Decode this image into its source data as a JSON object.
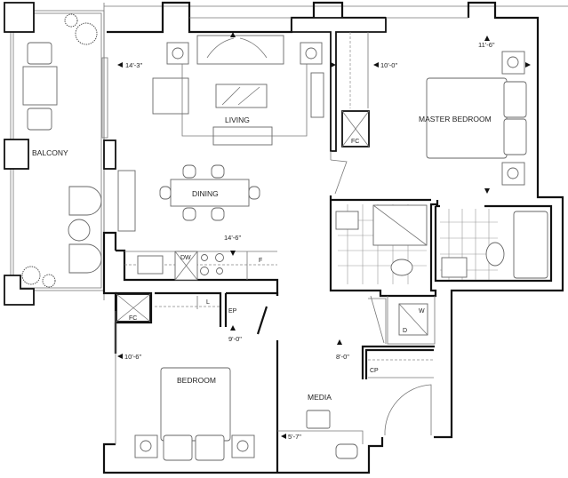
{
  "rooms": {
    "balcony": "BALCONY",
    "living": "LIVING",
    "dining": "DINING",
    "master_bedroom": "MASTER BEDROOM",
    "bedroom": "BEDROOM",
    "media": "MEDIA"
  },
  "dimensions": {
    "living": "14'-3\"",
    "living_depth": "10'-0\"",
    "master": "11'-6\"",
    "kitchen": "14'-6\"",
    "bedroom_depth": "9'-0\"",
    "bedroom_width": "10'-6\"",
    "foyer": "8'-0\"",
    "media": "5'-7\""
  },
  "fixtures": {
    "dishwasher": "DW",
    "fridge": "F",
    "fan_coil_master": "FC",
    "fan_coil_bedroom": "FC",
    "linen": "L",
    "electrical_panel": "EP",
    "washer": "W",
    "dryer": "D",
    "coat_closet": "CP"
  }
}
